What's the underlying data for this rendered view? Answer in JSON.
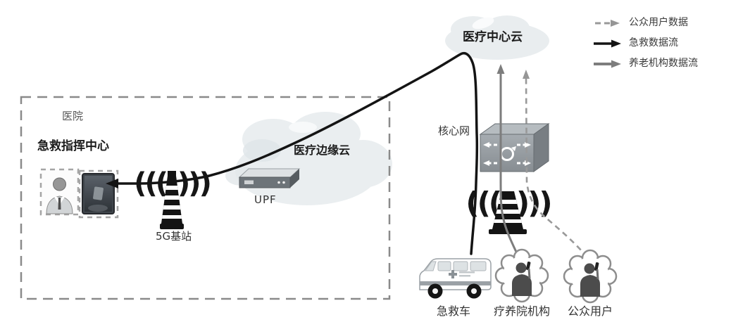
{
  "legend": {
    "items": [
      {
        "id": "public-user-data",
        "label": "公众用户数据",
        "line_style": "dashed",
        "color": "#999999"
      },
      {
        "id": "emergency-data-flow",
        "label": "急救数据流",
        "line_style": "solid",
        "color": "#1a1a1a"
      },
      {
        "id": "elder-care-data-flow",
        "label": "养老机构数据流",
        "line_style": "solid",
        "color": "#7d7d7d"
      }
    ]
  },
  "nodes": {
    "hospital": {
      "label": "医院"
    },
    "command_center": {
      "label": "急救指挥中心"
    },
    "base_station": {
      "label": "5G基站"
    },
    "edge_cloud": {
      "label": "医疗边缘云"
    },
    "upf": {
      "label": "UPF"
    },
    "center_cloud": {
      "label": "医疗中心云"
    },
    "core_network": {
      "label": "核心网"
    },
    "ambulance": {
      "label": "急救车"
    },
    "nursing_home": {
      "label": "疗养院机构"
    },
    "public_user": {
      "label": "公众用户"
    }
  },
  "flows": [
    {
      "type": "急救数据流",
      "from": "急救车",
      "to": "急救指挥中心",
      "style": "solid-black"
    },
    {
      "type": "养老机构数据流",
      "from": "疗养院机构",
      "to": "医疗中心云",
      "style": "solid-gray"
    },
    {
      "type": "公众用户数据",
      "from": "公众用户",
      "to": "医疗中心云",
      "style": "dashed-gray"
    }
  ],
  "icons": {
    "waves_left": "(((",
    "waves_right": ")))"
  },
  "colors": {
    "emergency_line": "#141414",
    "nursing_line": "#7d7d7d",
    "public_line": "#999999",
    "cloud_fill": "#e9edef",
    "hospital_border": "#8a8a8a"
  }
}
